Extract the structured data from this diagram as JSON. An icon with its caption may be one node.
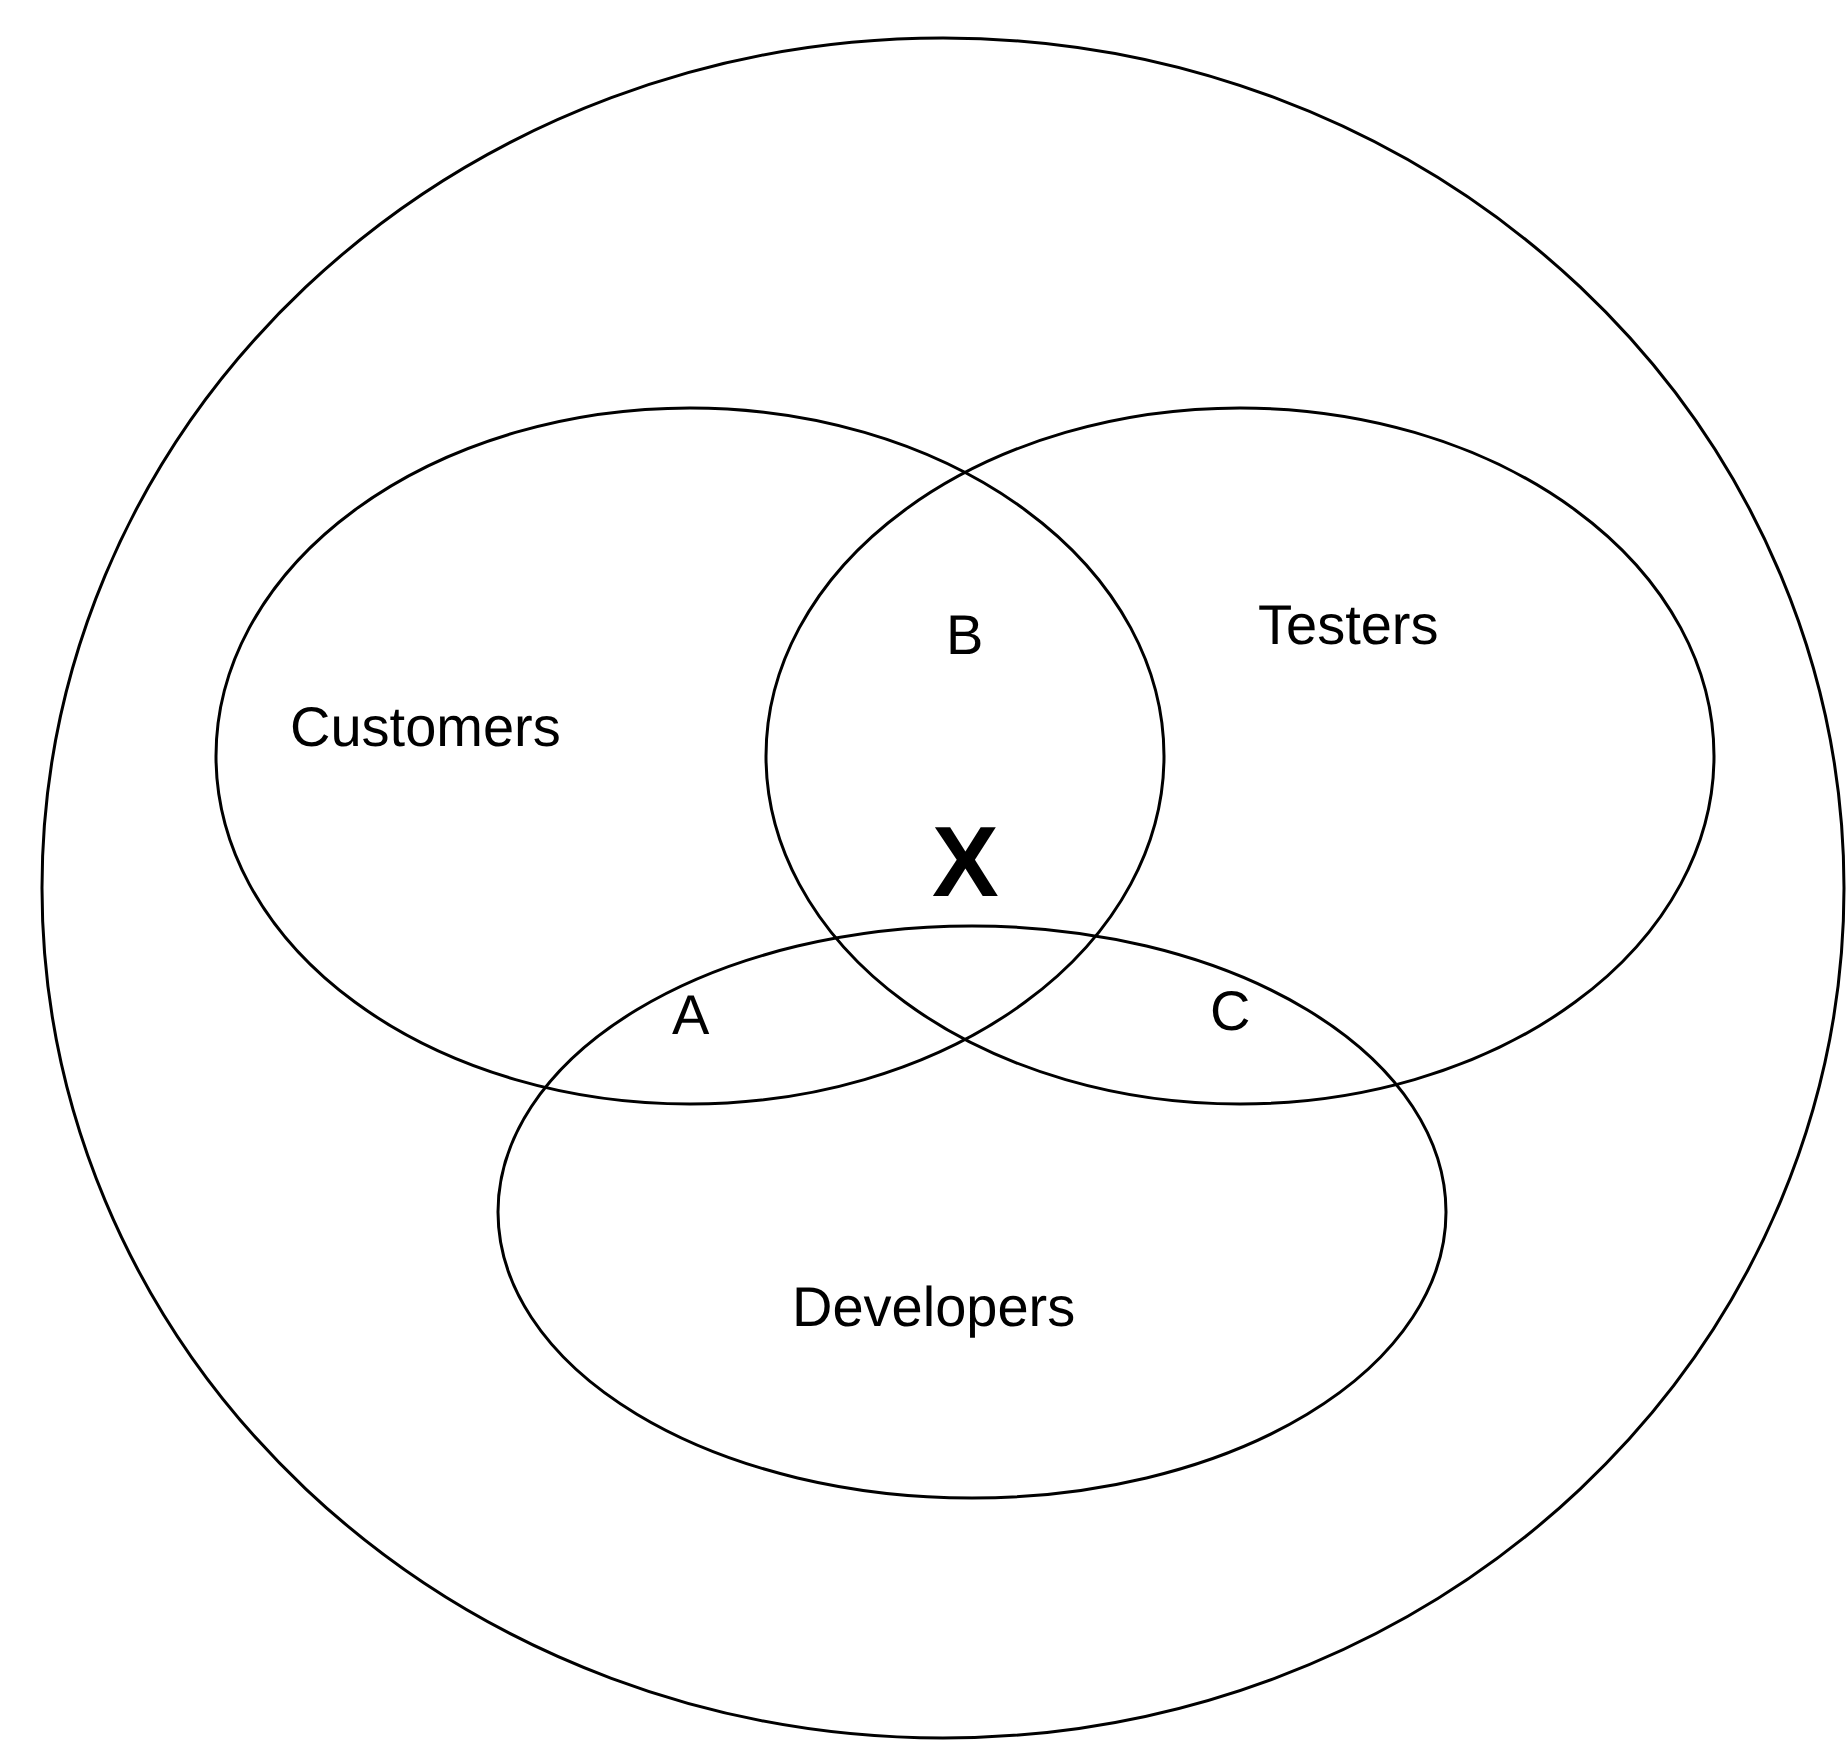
{
  "diagram": {
    "nodes": [
      {
        "text": [],
        "shape": "circle"
      },
      {
        "text": [
          "Customers"
        ],
        "in": 0
      },
      {
        "text": [
          "Testers"
        ],
        "in": 0
      },
      {
        "text": [
          "Developers"
        ],
        "in": 0
      }
    ],
    "labels": [
      "B",
      "X",
      "C",
      "A"
    ]
  }
}
